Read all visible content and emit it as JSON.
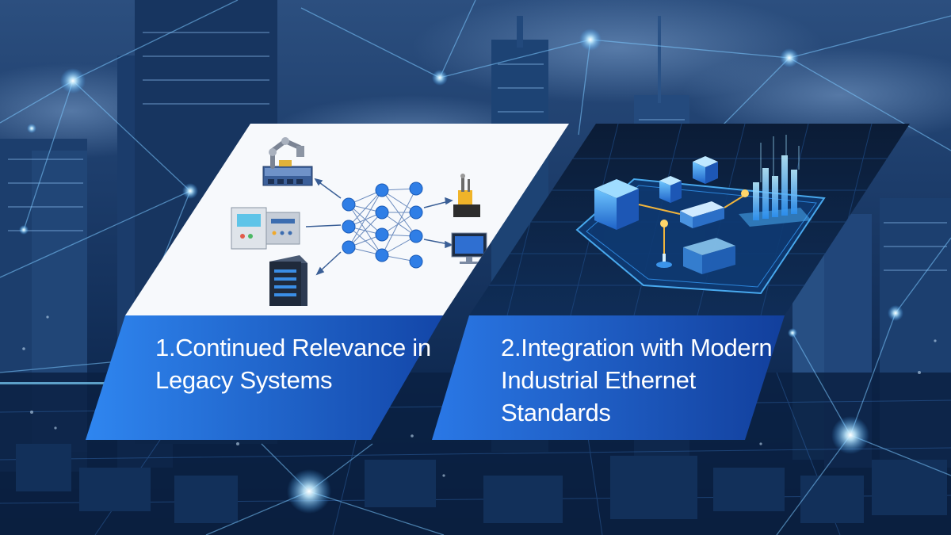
{
  "cards": [
    {
      "title_lines": [
        "1.Continued Relevance in",
        "Legacy Systems"
      ],
      "illustration": [
        "robot-arm-icon",
        "neural-network-icon",
        "server-rack-icon",
        "control-cabinet-icon",
        "lab-equipment-icon",
        "monitor-icon"
      ]
    },
    {
      "title_lines": [
        "2.Integration with Modern",
        "Industrial Ethernet",
        "Standards"
      ],
      "illustration": [
        "isometric-server-icon",
        "network-switch-icon",
        "bar-chart-hologram-icon",
        "circuit-board-icon"
      ]
    }
  ],
  "colors": {
    "background": "#0a1a33",
    "accent": "#1f6fe0",
    "glow": "#8fd8ff",
    "title_band": "#1d5fc8"
  }
}
